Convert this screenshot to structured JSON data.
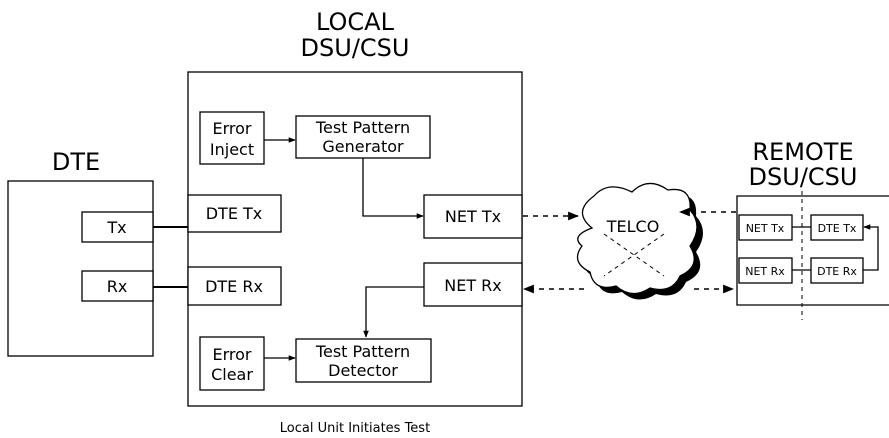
{
  "local": {
    "title_1": "LOCAL",
    "title_2": "DSU/CSU"
  },
  "dte": {
    "title": "DTE",
    "tx": "Tx",
    "rx": "Rx"
  },
  "local_blocks": {
    "dte_tx": "DTE Tx",
    "dte_rx": "DTE Rx",
    "net_tx": "NET Tx",
    "net_rx": "NET Rx",
    "error_inject_1": "Error",
    "error_inject_2": "Inject",
    "generator_1": "Test Pattern",
    "generator_2": "Generator",
    "error_clear_1": "Error",
    "error_clear_2": "Clear",
    "detector_1": "Test Pattern",
    "detector_2": "Detector"
  },
  "telco": {
    "label": "TELCO"
  },
  "remote": {
    "title_1": "REMOTE",
    "title_2": "DSU/CSU",
    "net_tx": "NET Tx",
    "dte_tx": "DTE Tx",
    "net_rx": "NET Rx",
    "dte_rx": "DTE Rx"
  },
  "caption": "Local Unit Initiates Test"
}
